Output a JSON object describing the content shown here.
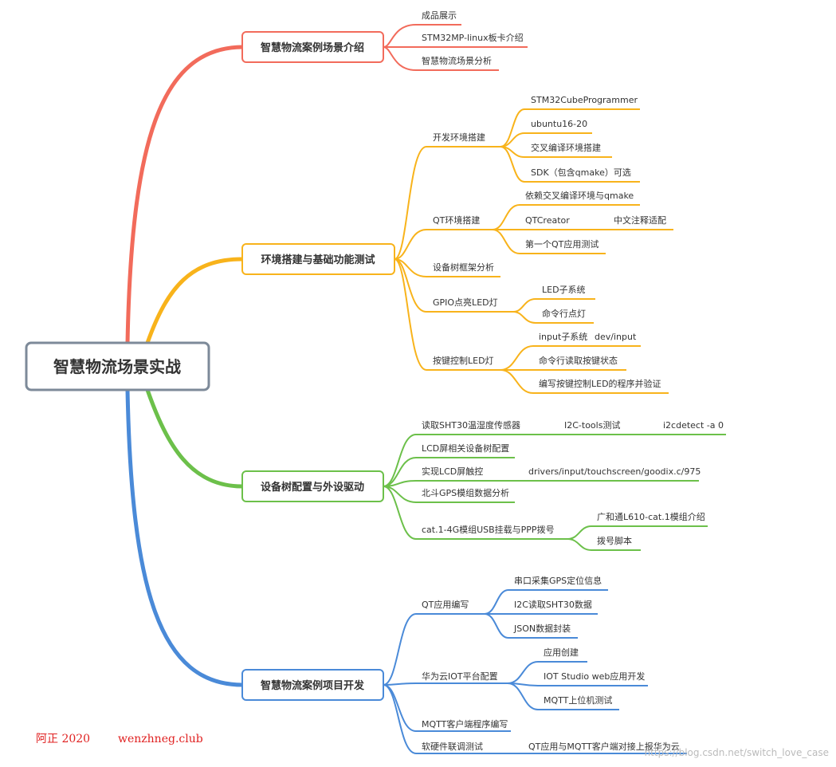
{
  "root": {
    "label": "智慧物流场景实战"
  },
  "colors": {
    "red": "#f26b5b",
    "orange": "#f8b31b",
    "green": "#6cc04a",
    "blue": "#4a8ad8",
    "root_border": "#7d8a99"
  },
  "branches": [
    {
      "label": "智慧物流案例场景介绍",
      "children": [
        "成品展示",
        "STM32MP-linux板卡介绍",
        "智慧物流场景分析"
      ]
    },
    {
      "label": "环境搭建与基础功能测试",
      "children": [
        {
          "label": "开发环境搭建",
          "children": [
            "STM32CubeProgrammer",
            "ubuntu16-20",
            "交叉编译环境搭建",
            "SDK（包含qmake）可选"
          ]
        },
        {
          "label": "QT环境搭建",
          "children": [
            "依赖交叉编译环境与qmake",
            "QTCreator",
            "中文注释适配",
            "第一个QT应用测试"
          ]
        },
        {
          "label": "设备树框架分析"
        },
        {
          "label": "GPIO点亮LED灯",
          "children": [
            "LED子系统",
            "命令行点灯"
          ]
        },
        {
          "label": "按键控制LED灯",
          "children": [
            "input子系统",
            "dev/input",
            "命令行读取按键状态",
            "编写按键控制LED的程序并验证"
          ]
        }
      ]
    },
    {
      "label": "设备树配置与外设驱动",
      "children": [
        {
          "label": "读取SHT30温湿度传感器",
          "children": [
            "I2C-tools测试",
            "i2cdetect -a 0"
          ]
        },
        {
          "label": "LCD屏相关设备树配置"
        },
        {
          "label": "实现LCD屏触控",
          "children": [
            "drivers/input/touchscreen/goodix.c/975"
          ]
        },
        {
          "label": "北斗GPS模组数据分析"
        },
        {
          "label": "cat.1-4G模组USB挂载与PPP拨号",
          "children": [
            "广和通L610-cat.1模组介绍",
            "拨号脚本"
          ]
        }
      ]
    },
    {
      "label": "智慧物流案例项目开发",
      "children": [
        {
          "label": "QT应用编写",
          "children": [
            "串口采集GPS定位信息",
            "I2C读取SHT30数据",
            "JSON数据封装"
          ]
        },
        {
          "label": "华为云IOT平台配置",
          "children": [
            "应用创建",
            "IOT Studio web应用开发",
            "MQTT上位机测试"
          ]
        },
        {
          "label": "MQTT客户端程序编写"
        },
        {
          "label": "软硬件联调测试",
          "children": [
            "QT应用与MQTT客户端对接上报华为云"
          ]
        }
      ]
    }
  ],
  "footer": {
    "author": "阿正 2020",
    "site": "wenzhneg.club",
    "watermark": "https://blog.csdn.net/switch_love_case"
  }
}
